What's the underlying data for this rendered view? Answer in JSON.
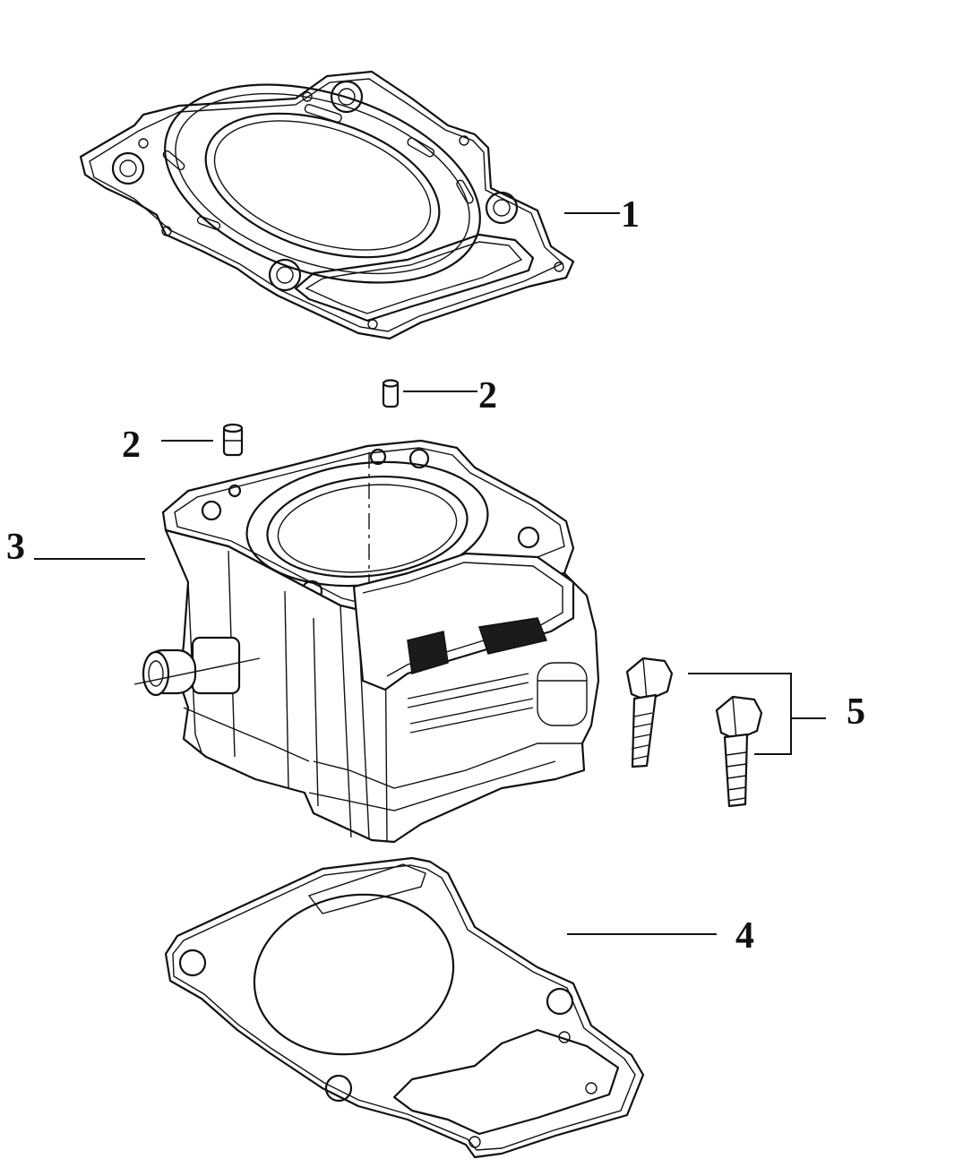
{
  "callouts": [
    {
      "id": "callout-1",
      "label": "1"
    },
    {
      "id": "callout-2a",
      "label": "2"
    },
    {
      "id": "callout-2b",
      "label": "2"
    },
    {
      "id": "callout-3",
      "label": "3"
    },
    {
      "id": "callout-4",
      "label": "4"
    },
    {
      "id": "callout-5",
      "label": "5"
    }
  ]
}
